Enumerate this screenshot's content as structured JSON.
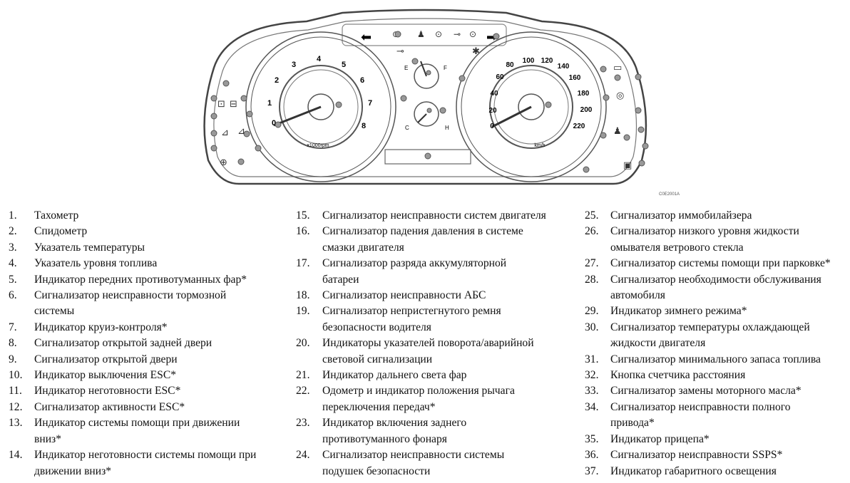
{
  "diagram": {
    "code": "C0E2001A",
    "tach_unit": "x1000rpm",
    "speed_unit": "km/h",
    "tach_numbers": [
      "0",
      "1",
      "2",
      "3",
      "4",
      "5",
      "6",
      "7",
      "8"
    ],
    "speed_numbers": [
      "0",
      "20",
      "40",
      "60",
      "80",
      "100",
      "120",
      "140",
      "160",
      "180",
      "200",
      "220"
    ],
    "fuel_e": "E",
    "fuel_f": "F",
    "temp_c": "C",
    "temp_h": "H"
  },
  "legend": {
    "col1": [
      {
        "num": "1.",
        "lines": [
          "Тахометр"
        ]
      },
      {
        "num": "2.",
        "lines": [
          "Спидометр"
        ]
      },
      {
        "num": "3.",
        "lines": [
          "Указатель температуры"
        ]
      },
      {
        "num": "4.",
        "lines": [
          "Указатель уровня топлива"
        ]
      },
      {
        "num": "5.",
        "lines": [
          "Индикатор передних противотуманных фар*"
        ]
      },
      {
        "num": "6.",
        "lines": [
          "Сигнализатор неисправности тормозной",
          "системы"
        ]
      },
      {
        "num": "7.",
        "lines": [
          "Индикатор круиз-контроля*"
        ]
      },
      {
        "num": "8.",
        "lines": [
          "Сигнализатор открытой задней двери"
        ]
      },
      {
        "num": "9.",
        "lines": [
          "Сигнализатор открытой двери"
        ]
      },
      {
        "num": "10.",
        "lines": [
          "Индикатор выключения ESC*"
        ]
      },
      {
        "num": "11.",
        "lines": [
          "Индикатор неготовности ESC*"
        ]
      },
      {
        "num": "12.",
        "lines": [
          "Сигнализатор активности ESC*"
        ]
      },
      {
        "num": "13.",
        "lines": [
          "Индикатор системы помощи при движении",
          "вниз*"
        ]
      },
      {
        "num": "14.",
        "lines": [
          "Индикатор неготовности системы помощи при",
          "движении вниз*"
        ]
      }
    ],
    "col2": [
      {
        "num": "15.",
        "lines": [
          "Сигнализатор неисправности систем двигателя"
        ]
      },
      {
        "num": "16.",
        "lines": [
          "Сигнализатор падения давления в системе",
          "смазки двигателя"
        ]
      },
      {
        "num": "17.",
        "lines": [
          "Сигнализатор разряда аккумуляторной",
          "батареи"
        ]
      },
      {
        "num": "18.",
        "lines": [
          "Сигнализатор неисправности АБС"
        ]
      },
      {
        "num": "19.",
        "lines": [
          "Сигнализатор непристегнутого ремня",
          "безопасности водителя"
        ]
      },
      {
        "num": "20.",
        "lines": [
          "Индикаторы указателей поворота/аварийной",
          "световой сигнализации"
        ]
      },
      {
        "num": "21.",
        "lines": [
          "Индикатор дальнего света фар"
        ]
      },
      {
        "num": "22.",
        "lines": [
          "Одометр и индикатор положения рычага",
          "переключения передач*"
        ]
      },
      {
        "num": "23.",
        "lines": [
          "Индикатор включения заднего",
          "противотуманного фонаря"
        ]
      },
      {
        "num": "24.",
        "lines": [
          "Сигнализатор неисправности системы",
          "подушек безопасности"
        ]
      }
    ],
    "col3": [
      {
        "num": "25.",
        "lines": [
          "Сигнализатор иммобилайзера"
        ]
      },
      {
        "num": "26.",
        "lines": [
          "Сигнализатор низкого уровня жидкости",
          "омывателя ветрового стекла"
        ]
      },
      {
        "num": "27.",
        "lines": [
          "Сигнализатор системы помощи при парковке*"
        ]
      },
      {
        "num": "28.",
        "lines": [
          "Сигнализатор необходимости обслуживания",
          "автомобиля"
        ]
      },
      {
        "num": "29.",
        "lines": [
          "Индикатор зимнего режима*"
        ]
      },
      {
        "num": "30.",
        "lines": [
          "Сигнализатор температуры охлаждающей",
          "жидкости двигателя"
        ]
      },
      {
        "num": "31.",
        "lines": [
          "Сигнализатор минимального запаса топлива"
        ]
      },
      {
        "num": "32.",
        "lines": [
          "Кнопка счетчика расстояния"
        ]
      },
      {
        "num": "33.",
        "lines": [
          "Сигнализатор замены моторного масла*"
        ]
      },
      {
        "num": "34.",
        "lines": [
          "Сигнализатор неисправности полного",
          "привода*"
        ]
      },
      {
        "num": "35.",
        "lines": [
          "Индикатор прицепа*"
        ]
      },
      {
        "num": "36.",
        "lines": [
          "Сигнализатор неисправности SSPS*"
        ]
      },
      {
        "num": "37.",
        "lines": [
          "Индикатор габаритного освещения"
        ]
      }
    ]
  }
}
